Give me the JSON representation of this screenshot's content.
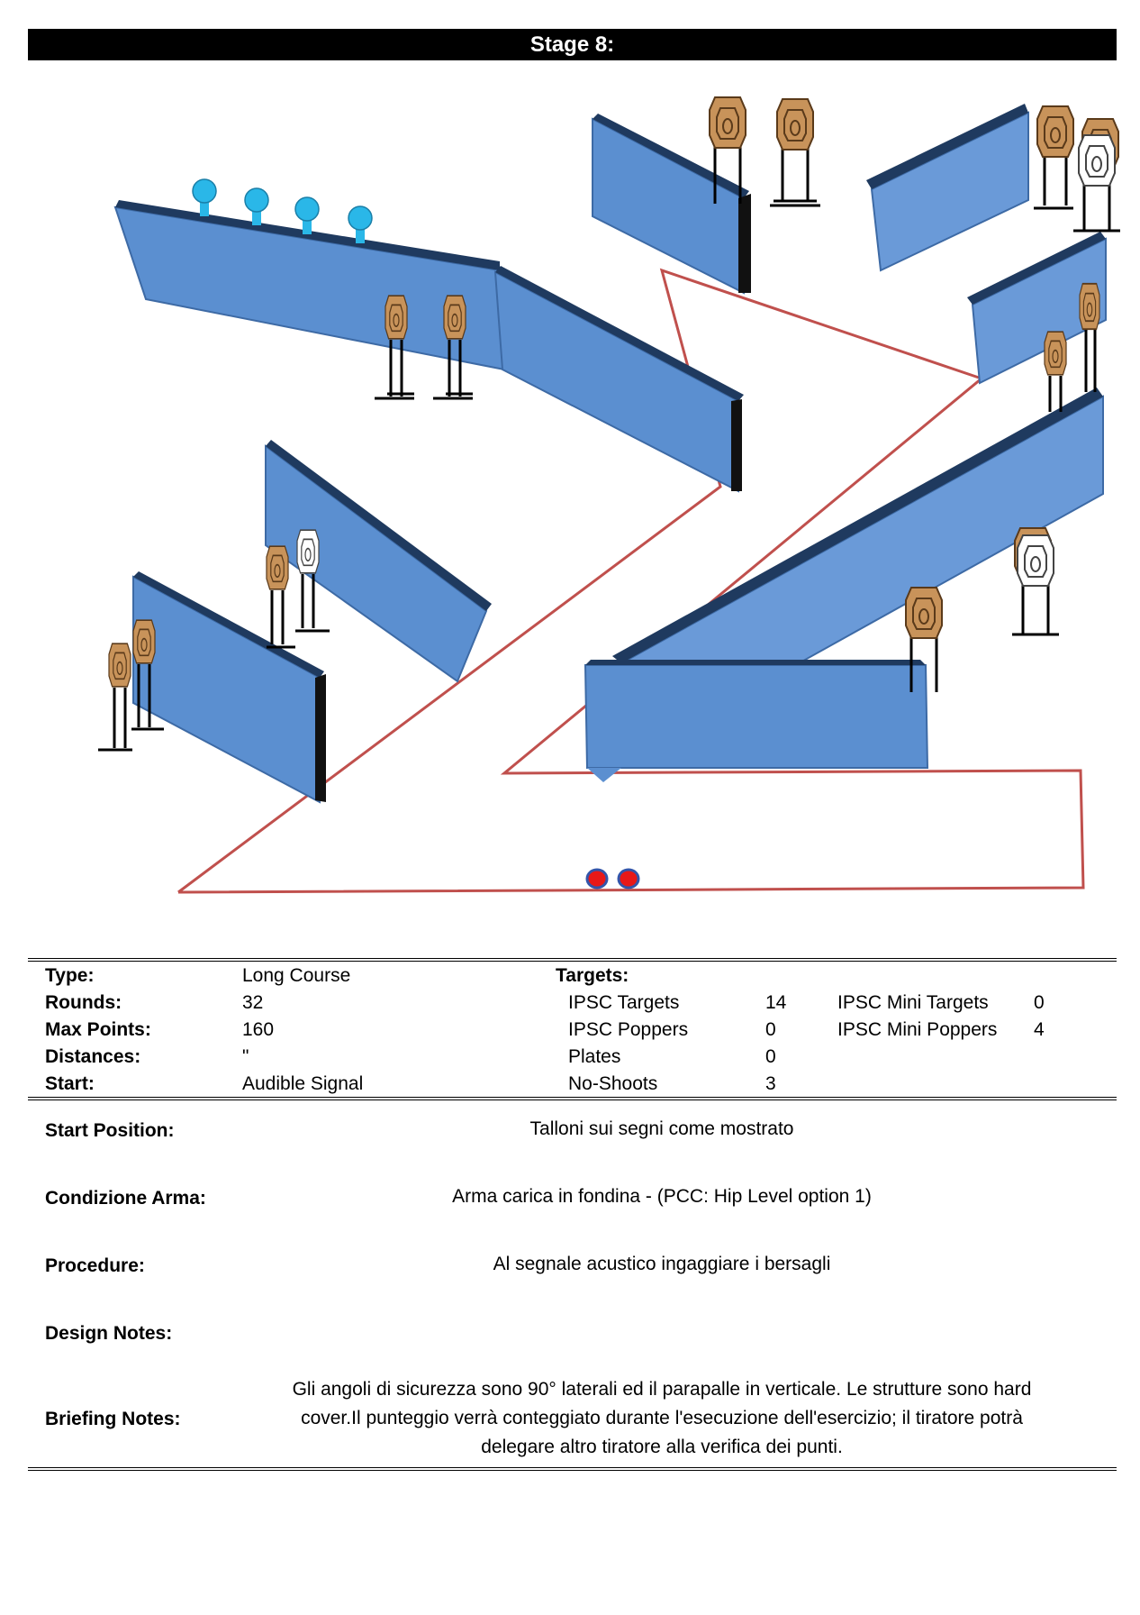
{
  "stage_title": "Stage 8:",
  "info": {
    "type_label": "Type:",
    "type_value": "Long Course",
    "rounds_label": "Rounds:",
    "rounds_value": "32",
    "max_points_label": "Max Points:",
    "max_points_value": "160",
    "distances_label": "Distances:",
    "distances_value": "\"",
    "start_label": "Start:",
    "start_value": "Audible Signal"
  },
  "targets": {
    "heading": "Targets:",
    "ipsc_targets_label": "IPSC Targets",
    "ipsc_targets_value": "14",
    "ipsc_poppers_label": "IPSC Poppers",
    "ipsc_poppers_value": "0",
    "plates_label": "Plates",
    "plates_value": "0",
    "no_shoots_label": "No-Shoots",
    "no_shoots_value": "3",
    "mini_targets_label": "IPSC Mini Targets",
    "mini_targets_value": "0",
    "mini_poppers_label": "IPSC Mini Poppers",
    "mini_poppers_value": "4"
  },
  "details": {
    "start_position_label": "Start Position:",
    "start_position_value": "Talloni sui segni come mostrato",
    "condizione_label": "Condizione Arma:",
    "condizione_value": "Arma carica in fondina  - (PCC: Hip Level option 1)",
    "procedure_label": "Procedure:",
    "procedure_value": "Al segnale acustico ingaggiare i bersagli",
    "design_notes_label": "Design Notes:",
    "briefing_label": "Briefing Notes:",
    "briefing_line1": "Gli angoli di sicurezza sono 90° laterali ed il parapalle in verticale. Le strutture sono hard",
    "briefing_line2": "cover.Il punteggio verrà conteggiato durante l'esecuzione dell'esercizio; il tiratore potrà",
    "briefing_line3": "delegare altro tiratore alla verifica  dei punti."
  },
  "colors": {
    "wall_face": "#5b8fd0",
    "wall_edge": "#1f3a5f",
    "boundary": "#c0504d",
    "target": "#c8935a",
    "no_shoot": "#ffffff",
    "popper": "#2ab7e8",
    "start_mark": "#e81818"
  }
}
